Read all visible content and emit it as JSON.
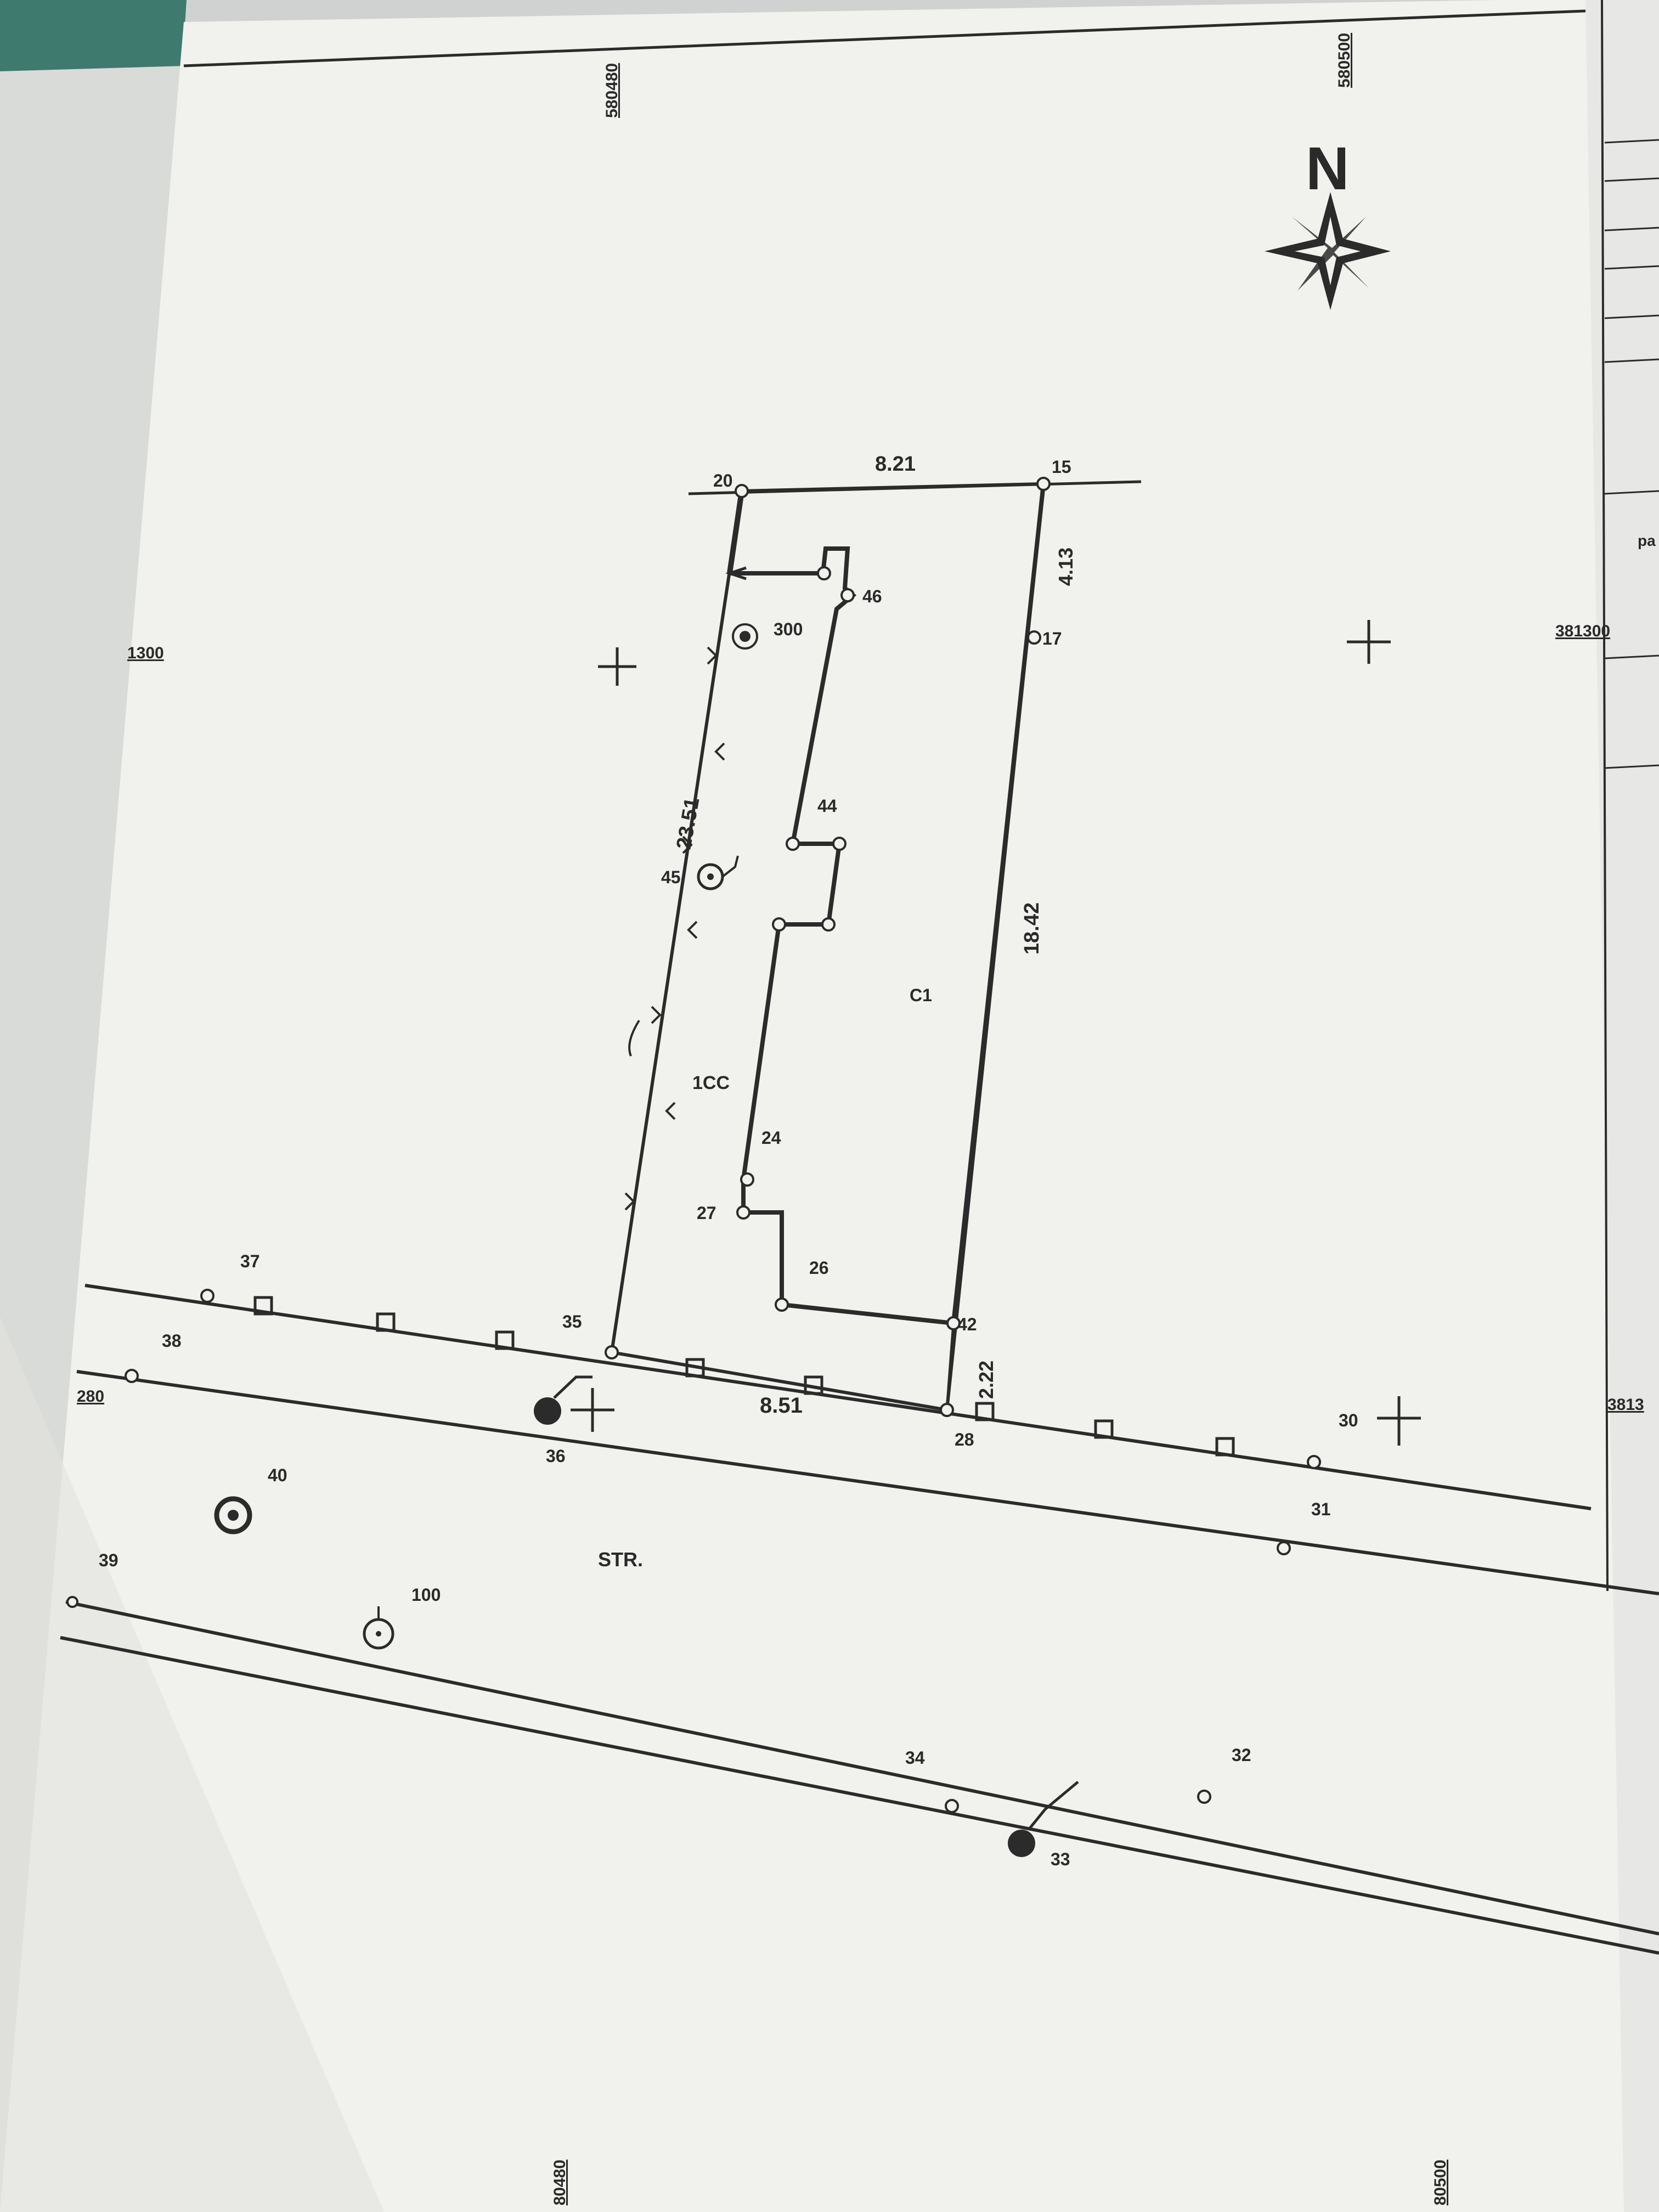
{
  "north_label": "N",
  "coordinates": {
    "top_left": "580480",
    "top_right": "580500",
    "bottom_left": "80480",
    "bottom_right": "80500",
    "left_upper": "1300",
    "left_lower": "280",
    "right_upper": "381300",
    "right_lower": "3813"
  },
  "parcel": {
    "lot_label": "1CC",
    "building_label": "C1",
    "dimensions": {
      "top": "8.21",
      "left": "23.51",
      "right_upper": "4.13",
      "right": "18.42",
      "bottom_right": "2.22",
      "front": "8.51"
    }
  },
  "street_label": "STR.",
  "points": {
    "p20": "20",
    "p15": "15",
    "p46": "46",
    "p300": "300",
    "p17": "17",
    "p44": "44",
    "p45": "45",
    "p24": "24",
    "p27": "27",
    "p26": "26",
    "p42": "42",
    "p28": "28",
    "p35": "35",
    "p36": "36",
    "p37": "37",
    "p38": "38",
    "p39": "39",
    "p40": "40",
    "p100": "100",
    "p30": "30",
    "p31": "31",
    "p32": "32",
    "p33": "33",
    "p34": "34"
  },
  "side_text": {
    "right_partial": "pa"
  },
  "colors": {
    "paper": "#f1f1ee",
    "background": "#cfd2d0",
    "teal": "#3e7a6e",
    "ink": "#2b2b2b"
  }
}
